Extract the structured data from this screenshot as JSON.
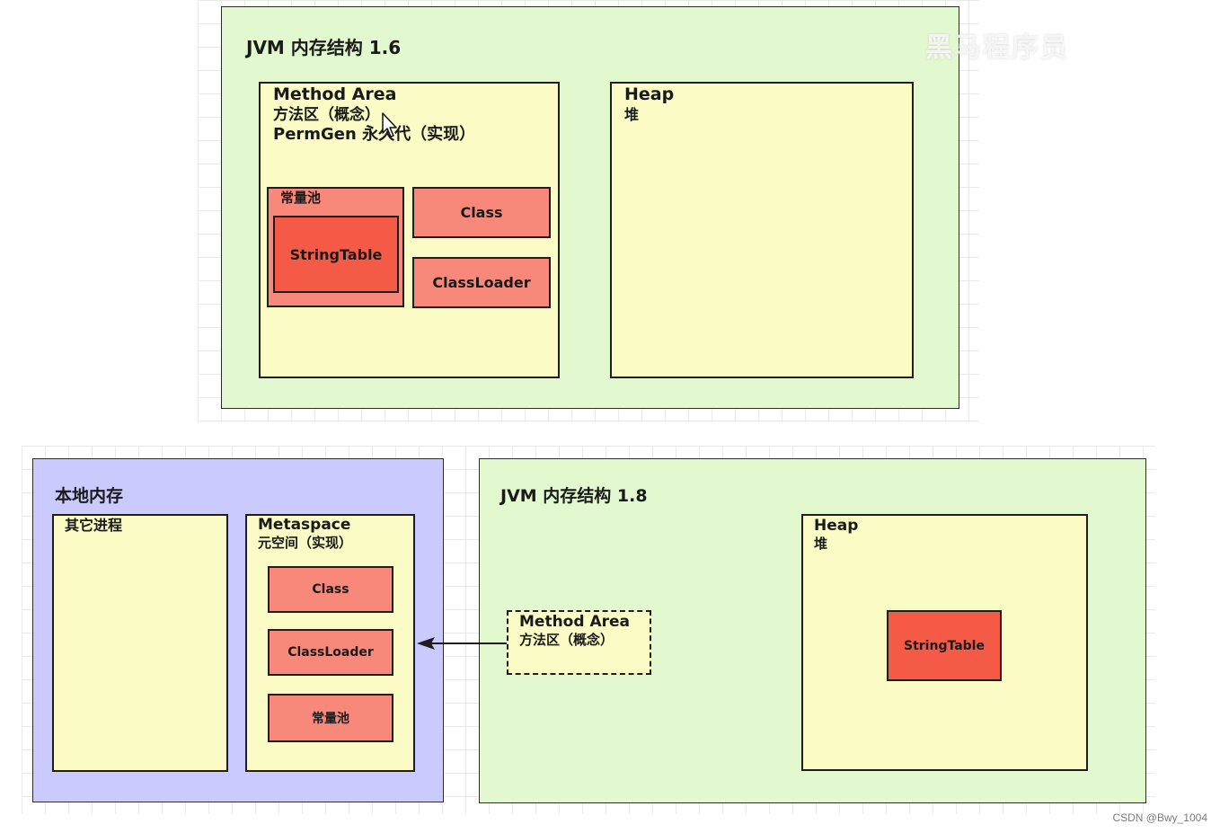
{
  "top": {
    "title": "JVM 内存结构 1.6",
    "method_area": {
      "line1": "Method Area",
      "line2": "方法区（概念）",
      "line3": "PermGen 永久代（实现）"
    },
    "constant_pool": "常量池",
    "string_table": "StringTable",
    "class": "Class",
    "class_loader": "ClassLoader",
    "heap": {
      "line1": "Heap",
      "line2": "堆"
    }
  },
  "native": {
    "title": "本地内存",
    "other_process": "其它进程",
    "metaspace": {
      "line1": "Metaspace",
      "line2": "元空间（实现）"
    },
    "class": "Class",
    "class_loader": "ClassLoader",
    "constant_pool": "常量池"
  },
  "bottom": {
    "title": "JVM 内存结构 1.8",
    "method_area": {
      "line1": "Method Area",
      "line2": "方法区（概念）"
    },
    "heap": {
      "line1": "Heap",
      "line2": "堆"
    },
    "string_table": "StringTable"
  },
  "watermark": "黑马程序员",
  "credit": "CSDN @Bwy_1004",
  "colors": {
    "green_bg": "#e2f8cf",
    "purple_bg": "#cacaff",
    "yellow_bg": "#fbfbc6",
    "salmon": "#f7887a",
    "red": "#f45a45"
  }
}
